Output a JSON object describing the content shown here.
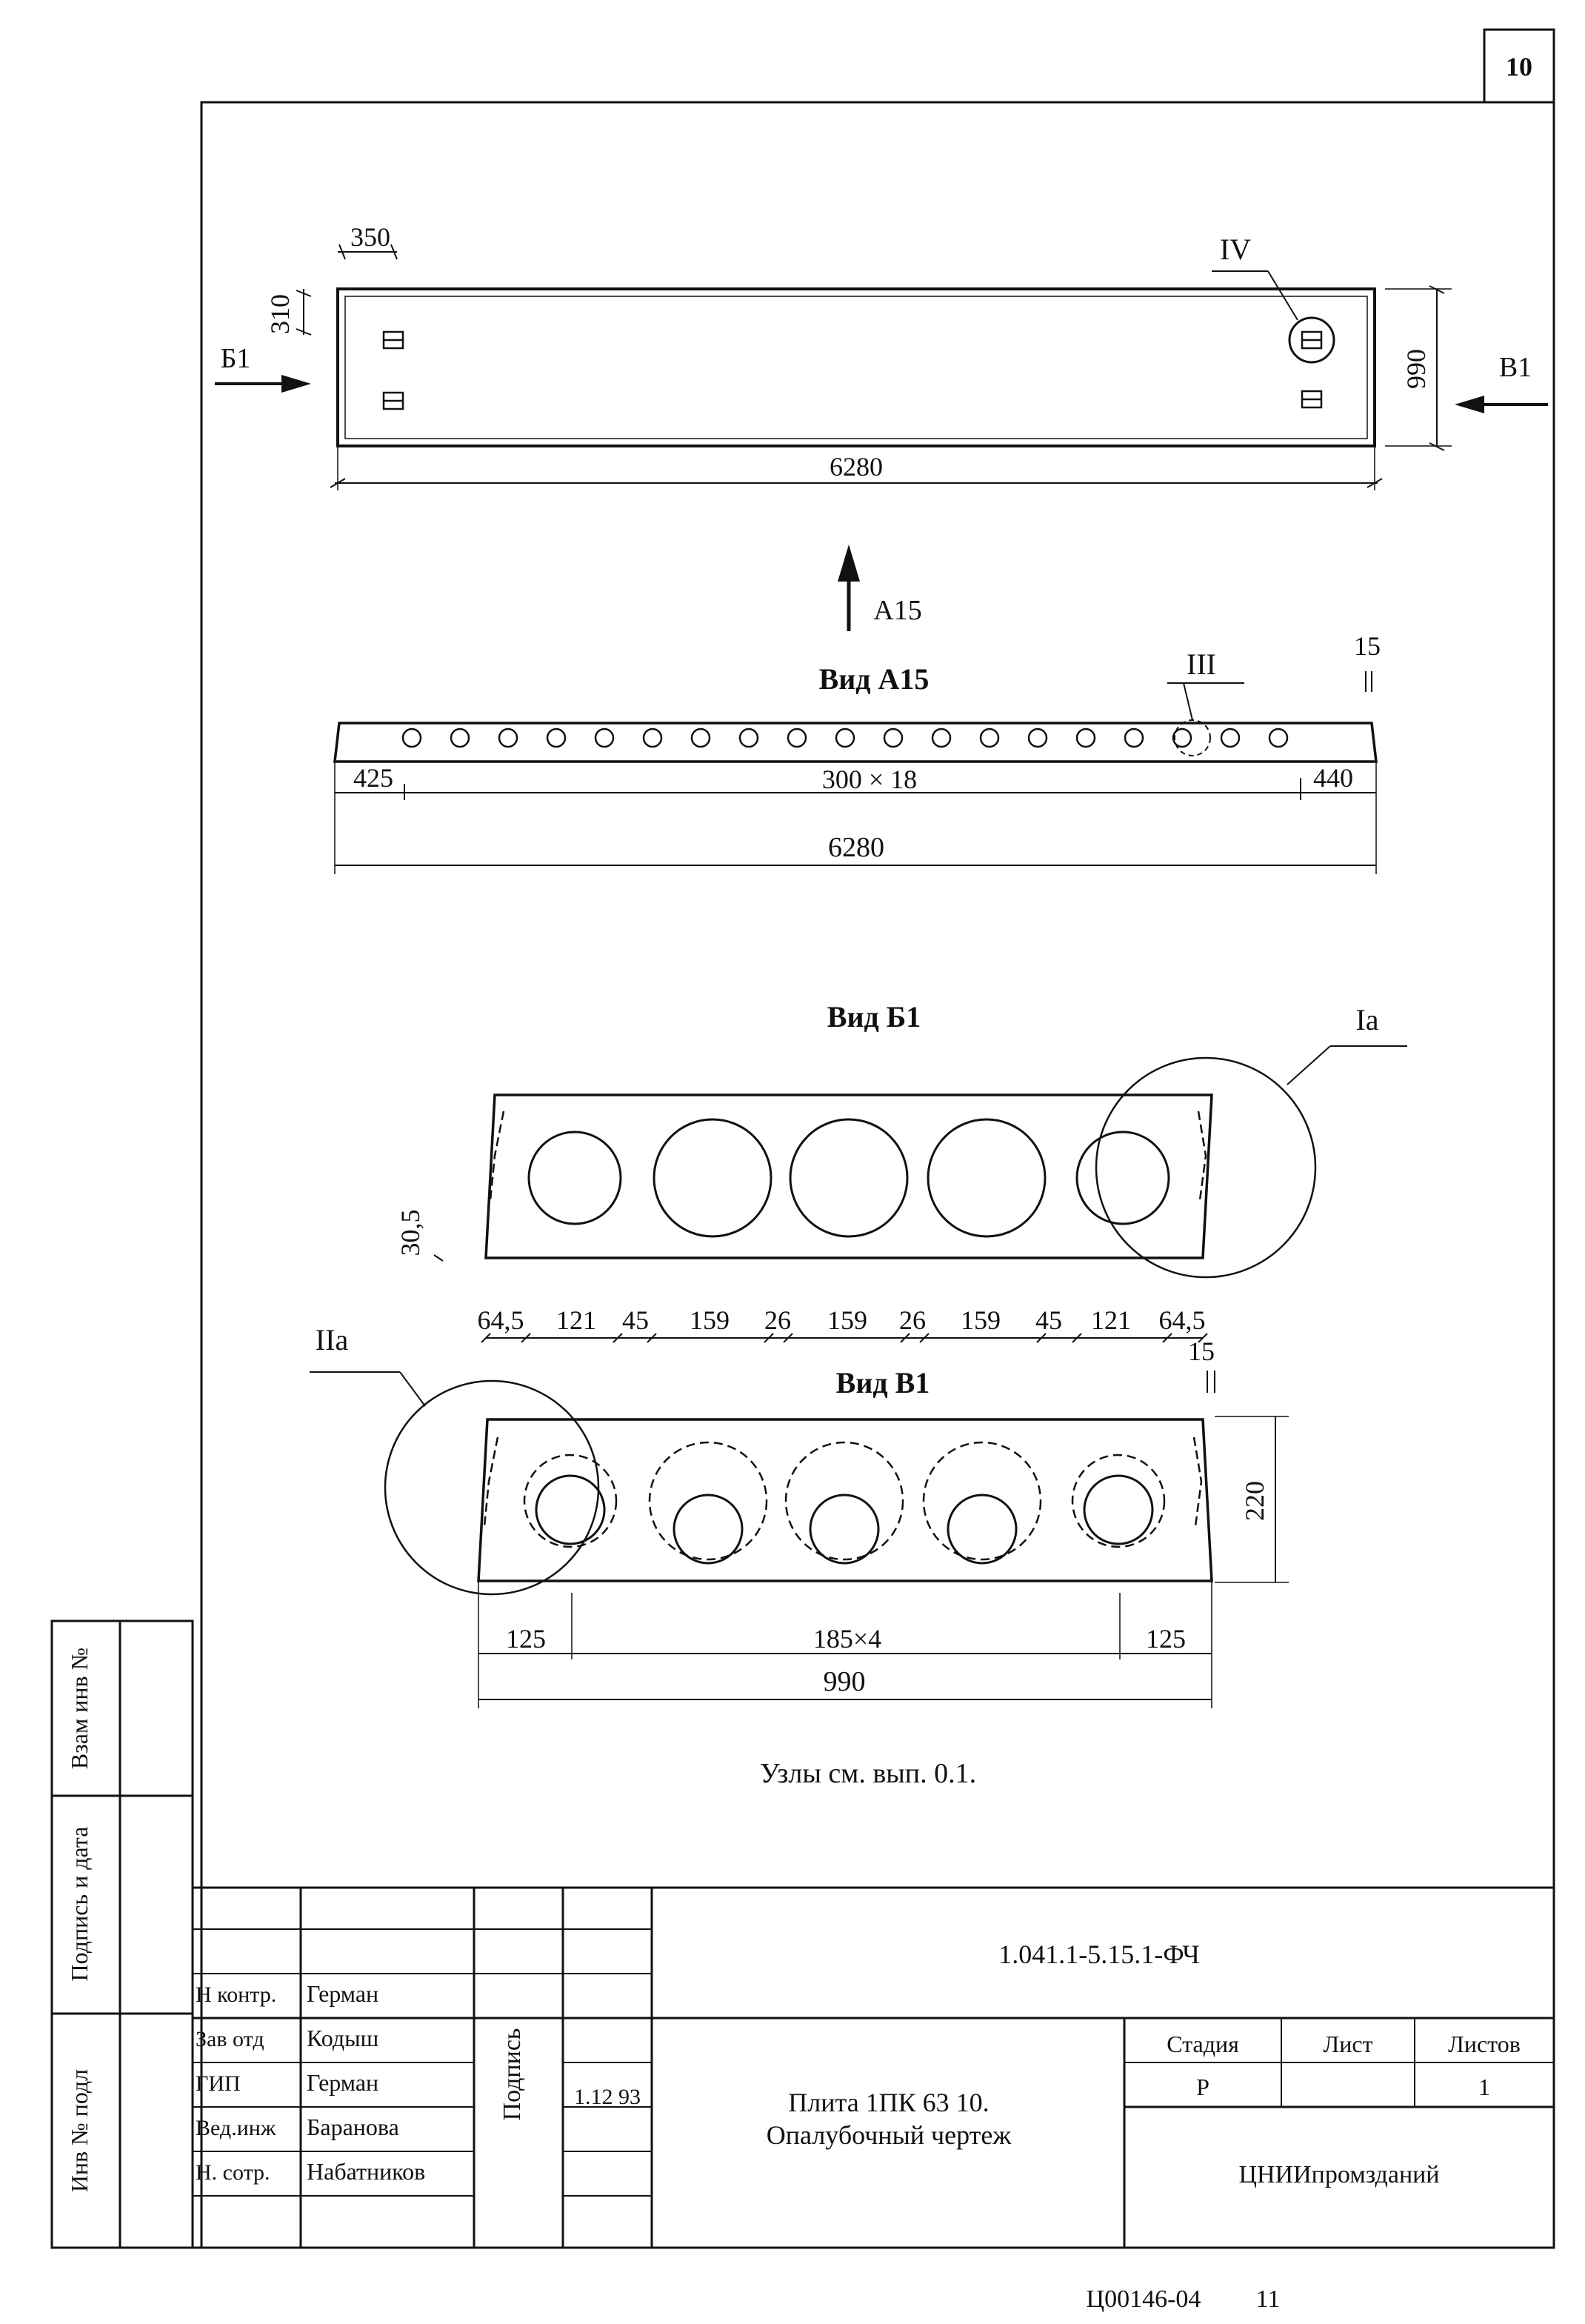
{
  "sheet": {
    "page_badge": "10",
    "footer_code": "Ц00146-04",
    "footer_page": "11"
  },
  "plan_view": {
    "width_dim": "350",
    "height_dim": "310",
    "node_label": "IV",
    "view_b_marker": "Б1",
    "view_v_marker": "В1",
    "side_dim": "990",
    "length_dim": "6280"
  },
  "view_a": {
    "arrow_label": "А15",
    "title": "Вид А15",
    "node_label": "III",
    "end_dim": "15",
    "left_dim": "425",
    "middle_dim": "300 × 18",
    "right_dim": "440",
    "total_dim": "6280",
    "hole_count": 19
  },
  "view_b": {
    "title": "Вид Б1",
    "detail_label": "Ia",
    "thickness_dim": "30,5",
    "spacings": [
      "64,5",
      "121",
      "45",
      "159",
      "26",
      "159",
      "26",
      "159",
      "45",
      "121",
      "64,5"
    ]
  },
  "view_v": {
    "title": "Вид В1",
    "detail_label": "IIa",
    "end_dim": "15",
    "height_dim": "220",
    "left_dim": "125",
    "middle_dim": "185×4",
    "right_dim": "125",
    "total_dim": "990"
  },
  "note": "Узлы см. вып. 0.1.",
  "side_stamp": {
    "vzam": "Взам инв №",
    "podpis_data": "Подпись и дата",
    "inv_podl": "Инв № подл"
  },
  "title_block": {
    "doc_code": "1.041.1-5.15.1-ФЧ",
    "rows": [
      {
        "role": "Н контр.",
        "name": "Герман"
      },
      {
        "role": "Зав отд",
        "name": "Кодыш"
      },
      {
        "role": "ГИП",
        "name": "Герман"
      },
      {
        "role": "Вед.инж",
        "name": "Баранова"
      },
      {
        "role": "Н. сотр.",
        "name": "Набатников"
      }
    ],
    "signature_label": "Подпись",
    "date": "1.12 93",
    "title_line1": "Плита 1ПК 63 10.",
    "title_line2": "Опалубочный чертеж",
    "stage_label": "Стадия",
    "sheet_label": "Лист",
    "sheets_label": "Листов",
    "stage_value": "Р",
    "sheet_value": "",
    "sheets_value": "1",
    "organization": "ЦНИИпромзданий"
  }
}
